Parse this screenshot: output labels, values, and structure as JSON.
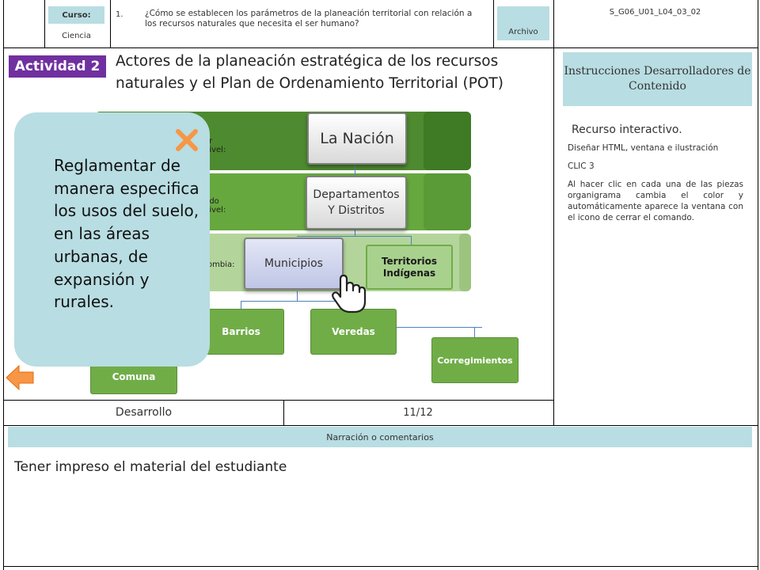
{
  "header": {
    "curso_label": "Curso:",
    "curso_value": "Ciencia",
    "number": "1.",
    "question": "¿Cómo se establecen los parámetros de la planeación territorial con relación a los recursos naturales que necesita el ser humano?",
    "archivo_label": "Archivo",
    "code": "S_G06_U01_L04_03_02"
  },
  "activity": {
    "badge": "Actividad 2",
    "title": "Actores de la planeación estratégica de los recursos naturales y el Plan de Ordenamiento Territorial (POT)"
  },
  "instructions": {
    "header": "Instrucciones Desarrolladores de Contenido",
    "resource": "Recurso interactivo.",
    "p1": "Diseñar HTML, ventana e ilustración",
    "p2": "CLIC 3",
    "p3": "Al hacer clic en cada una de las piezas organigrama cambia el color y automáticamente aparece la ventana con el icono de cerrar el comando."
  },
  "orgchart": {
    "band1_label": "er nivel:",
    "band2_label": "ndo nivel:",
    "band3_label": "ombia:",
    "nacion": "La Nación",
    "departamentos_line1": "Departamentos",
    "departamentos_line2": "Y Distritos",
    "municipios": "Municipios",
    "territorios": "Territorios Indígenas",
    "barrios": "Barrios",
    "veredas": "Veredas",
    "comuna": "Comuna",
    "corregimientos": "Corregimientos"
  },
  "popup": {
    "text": "Reglamentar de manera especifica los usos del suelo, en las áreas urbanas, de expansión y rurales."
  },
  "footer": {
    "status_left": "Desarrollo",
    "status_right": "11/12",
    "narration_label": "Narración o comentarios",
    "comment": "Tener impreso el material del estudiante"
  },
  "colors": {
    "accent_teal": "#b8dde2",
    "activity_purple": "#7030a0",
    "dark_green": "#4e8a2f",
    "node_green": "#70ad47",
    "close_orange": "#f79646",
    "back_arrow": "#f79646"
  }
}
